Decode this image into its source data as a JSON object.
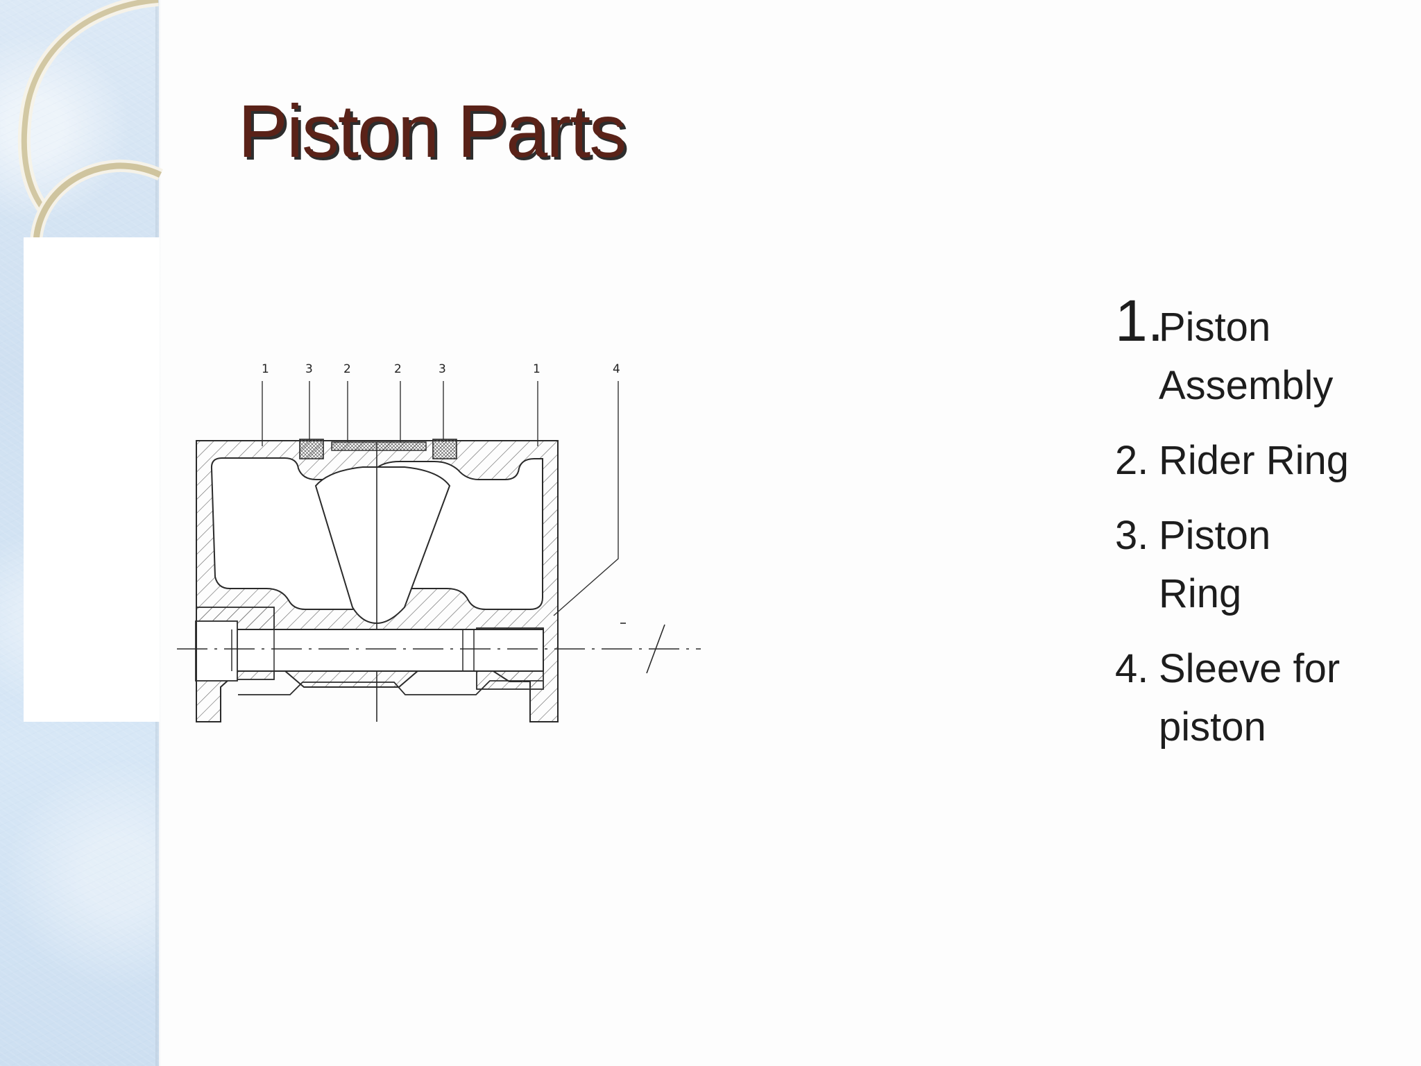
{
  "slide": {
    "title": "Piston Parts"
  },
  "diagram": {
    "callouts": [
      "1",
      "3",
      "2",
      "2",
      "3",
      "1",
      "4"
    ]
  },
  "parts": [
    {
      "number": "1.",
      "label": "Piston Assembly"
    },
    {
      "number": "2.",
      "label": "Rider Ring"
    },
    {
      "number": "3.",
      "label": "Piston Ring"
    },
    {
      "number": "4.",
      "label": "Sleeve for piston"
    }
  ],
  "colors": {
    "title": "#5a2218",
    "shadow": "#2d2d2d",
    "side_band": "#d3e3f4",
    "decor_ring": "#cbbf96"
  },
  "icons": {
    "decor_rings": "ring-decoration"
  }
}
